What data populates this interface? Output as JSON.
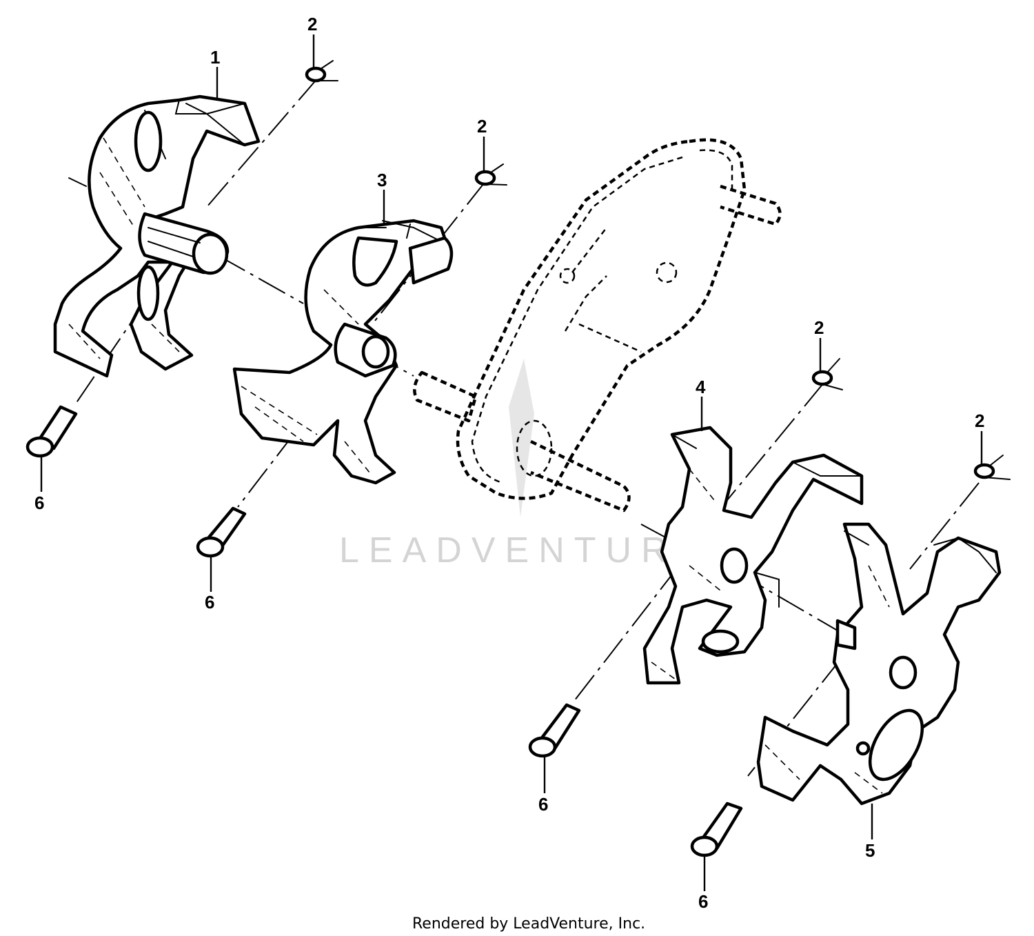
{
  "diagram": {
    "watermark": "LEADVENTURE",
    "footer": "Rendered by LeadVenture, Inc.",
    "callouts": [
      {
        "id": "label-1",
        "text": "1"
      },
      {
        "id": "label-2a",
        "text": "2"
      },
      {
        "id": "label-2b",
        "text": "2"
      },
      {
        "id": "label-2c",
        "text": "2"
      },
      {
        "id": "label-2d",
        "text": "2"
      },
      {
        "id": "label-3",
        "text": "3"
      },
      {
        "id": "label-4",
        "text": "4"
      },
      {
        "id": "label-5",
        "text": "5"
      },
      {
        "id": "label-6a",
        "text": "6"
      },
      {
        "id": "label-6b",
        "text": "6"
      },
      {
        "id": "label-6c",
        "text": "6"
      },
      {
        "id": "label-6d",
        "text": "6"
      }
    ]
  }
}
